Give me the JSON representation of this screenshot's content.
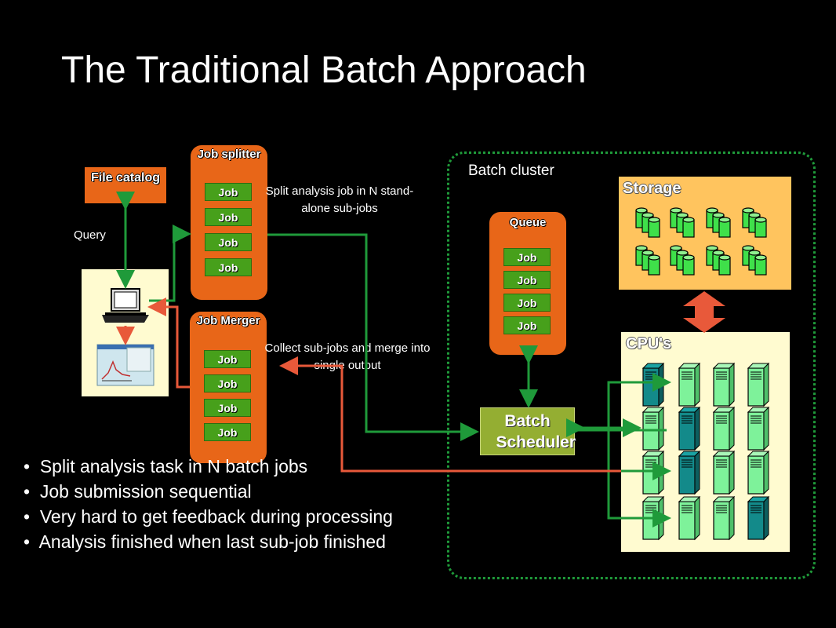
{
  "title": "The Traditional Batch Approach",
  "cluster_label": "Batch cluster",
  "file_catalog": "File catalog",
  "query_label": "Query",
  "job_splitter": {
    "title": "Job splitter",
    "jobs": [
      "Job",
      "Job",
      "Job",
      "Job"
    ]
  },
  "job_merger": {
    "title": "Job Merger",
    "jobs": [
      "Job",
      "Job",
      "Job",
      "Job"
    ]
  },
  "queue": {
    "title": "Queue",
    "jobs": [
      "Job",
      "Job",
      "Job",
      "Job"
    ]
  },
  "split_note": "Split analysis job in N stand-alone sub-jobs",
  "collect_note": "Collect sub-jobs and merge into single output",
  "storage_label": "Storage",
  "cpus_label": "CPU's",
  "scheduler_label": "Batch Scheduler",
  "bullets": [
    "Split analysis task in N batch jobs",
    "Job submission sequential",
    "Very hard to get feedback during processing",
    "Analysis finished when last sub-job finished"
  ],
  "colors": {
    "orange": "#e86618",
    "job_green": "#47a01b",
    "arrow_green": "#1f9a3a",
    "arrow_red": "#e8593a",
    "storage": "#ffc45e",
    "cpu_bg": "#fffbd0",
    "scheduler": "#94ae32"
  },
  "icons": {
    "client": "laptop-icon",
    "plot": "plot-window-icon",
    "disk": "disk-stack-icon",
    "server": "server-rack-icon"
  }
}
